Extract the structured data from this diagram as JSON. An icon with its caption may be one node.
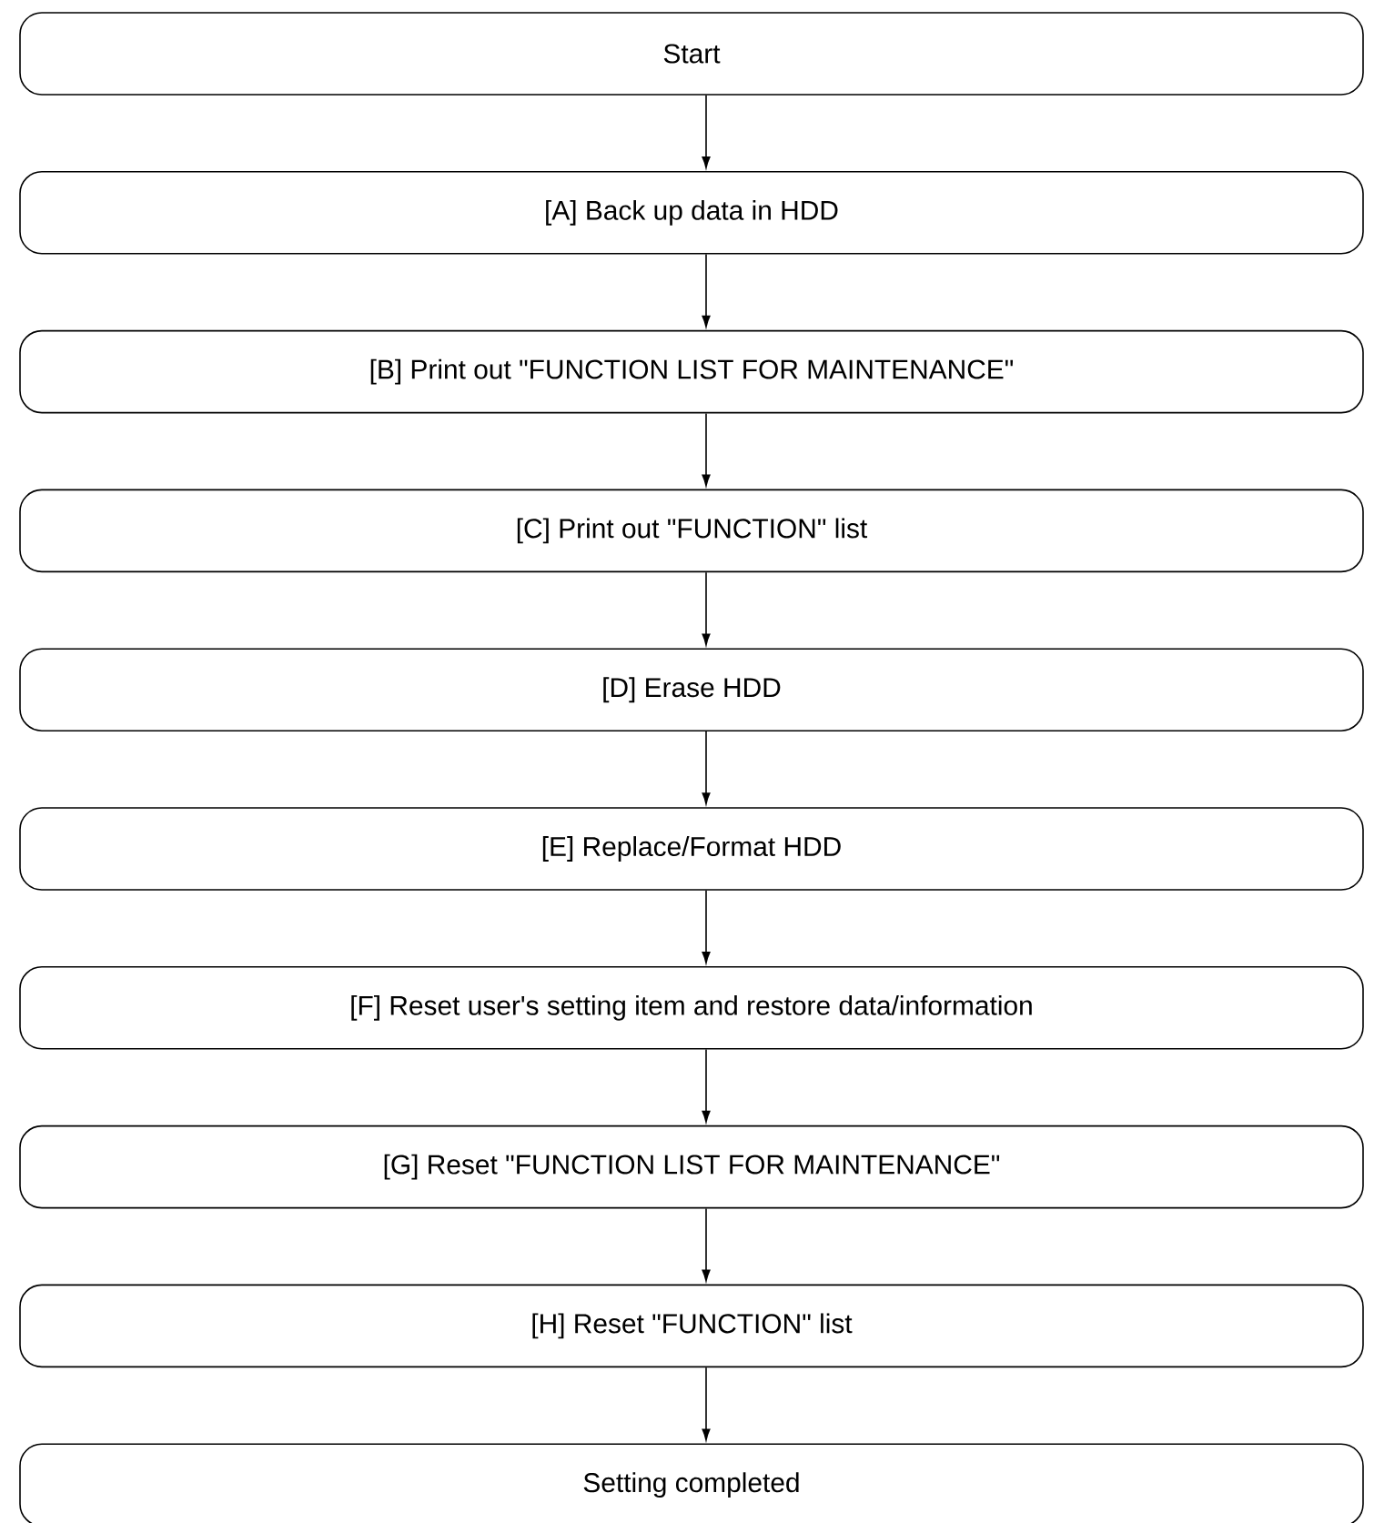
{
  "diagram": {
    "nodes": [
      {
        "text": [
          "Start"
        ]
      },
      {
        "text": [
          "[A] Back up data in HDD"
        ]
      },
      {
        "text": [
          "[B] Print out \"FUNCTION LIST FOR MAINTENANCE\""
        ]
      },
      {
        "text": [
          "[C] Print out \"FUNCTION\" list"
        ]
      },
      {
        "text": [
          "[D] Erase HDD"
        ]
      },
      {
        "text": [
          "[E] Replace/Format HDD"
        ]
      },
      {
        "text": [
          "[F] Reset user's setting item and restore data/information"
        ]
      },
      {
        "text": [
          "[G] Reset \"FUNCTION LIST FOR MAINTENANCE\""
        ]
      },
      {
        "text": [
          "[H] Reset \"FUNCTION\" list"
        ]
      },
      {
        "text": [
          "Setting completed"
        ]
      }
    ],
    "edges": [
      {
        "from": 0,
        "to": 1,
        "arrow": "to"
      },
      {
        "from": 1,
        "to": 2,
        "arrow": "to"
      },
      {
        "from": 2,
        "to": 3,
        "arrow": "to"
      },
      {
        "from": 3,
        "to": 4,
        "arrow": "to"
      },
      {
        "from": 4,
        "to": 5,
        "arrow": "to"
      },
      {
        "from": 5,
        "to": 6,
        "arrow": "to"
      },
      {
        "from": 6,
        "to": 7,
        "arrow": "to"
      },
      {
        "from": 7,
        "to": 8,
        "arrow": "to"
      },
      {
        "from": 8,
        "to": 9,
        "arrow": "to"
      }
    ]
  }
}
